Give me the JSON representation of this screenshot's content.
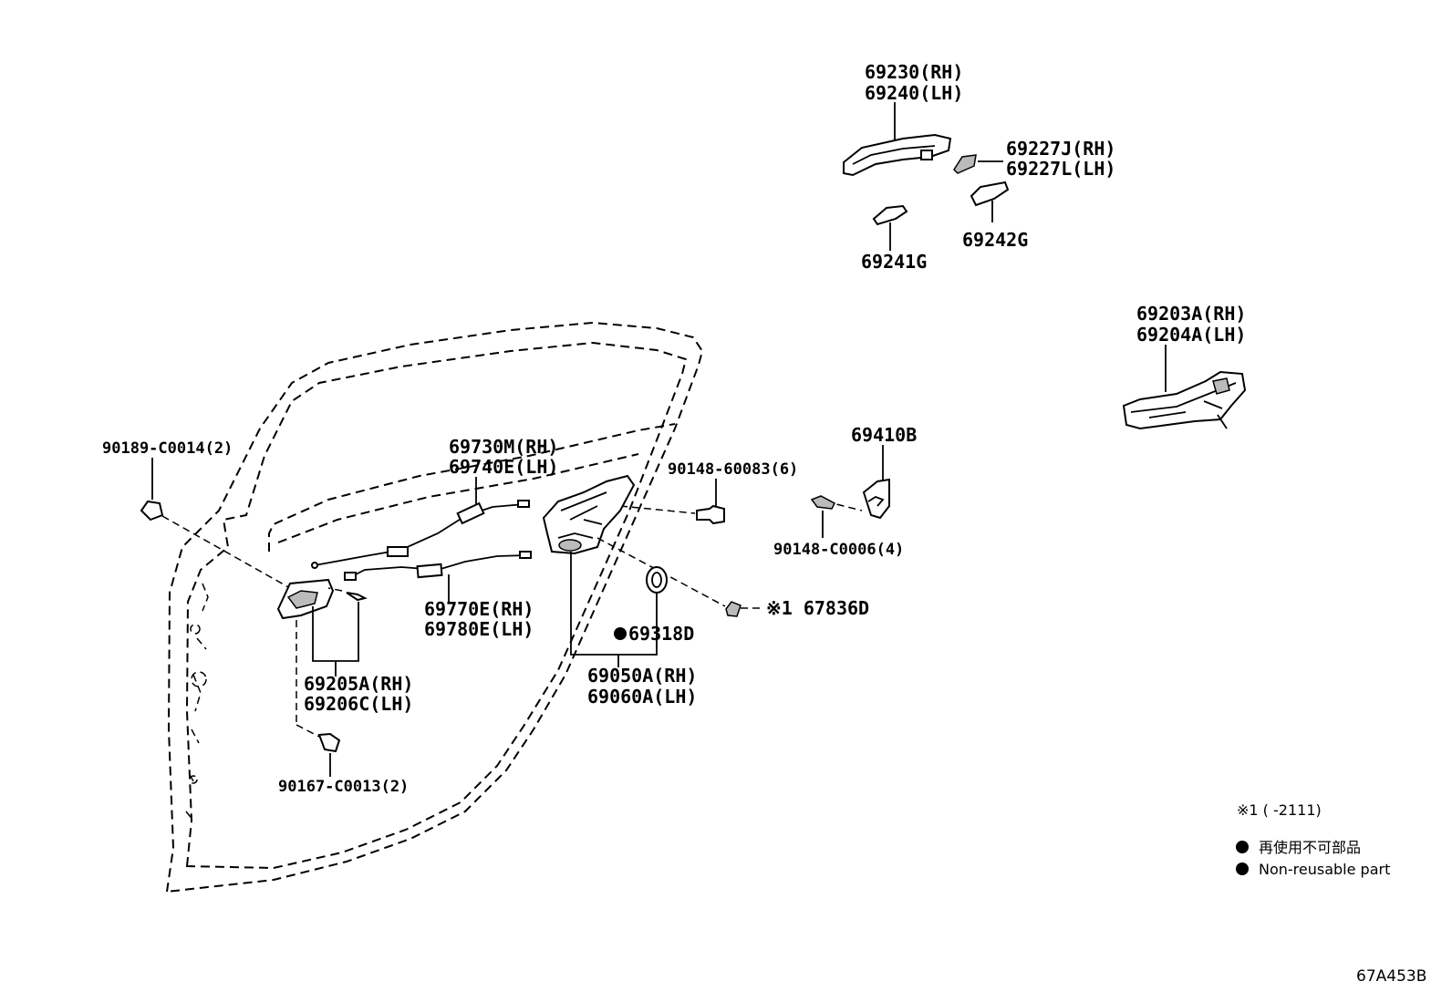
{
  "labels": {
    "p69230": "69230(RH)",
    "p69240": "69240(LH)",
    "p69227J": "69227J(RH)",
    "p69227L": "69227L(LH)",
    "p69241G": "69241G",
    "p69242G": "69242G",
    "p69203A": "69203A(RH)",
    "p69204A": "69204A(LH)",
    "p69410B": "69410B",
    "p90148_60083": "90148-60083(6)",
    "p90148_C0006": "90148-C0006(4)",
    "p90189": "90189-C0014(2)",
    "p69730M": "69730M(RH)",
    "p69740E": "69740E(LH)",
    "p69770E": "69770E(RH)",
    "p69780E": "69780E(LH)",
    "p67836D": "※1 67836D",
    "p69318D": "69318D",
    "p69050A": "69050A(RH)",
    "p69060A": "69060A(LH)",
    "p69205A": "69205A(RH)",
    "p69206C": "69206C(LH)",
    "p90167": "90167-C0013(2)"
  },
  "legend": {
    "note1": "※1 (      -2111)",
    "nonreusable_jp": "再使用不可部品",
    "nonreusable_en": "Non-reusable part"
  },
  "diagram_code": "67A453B"
}
